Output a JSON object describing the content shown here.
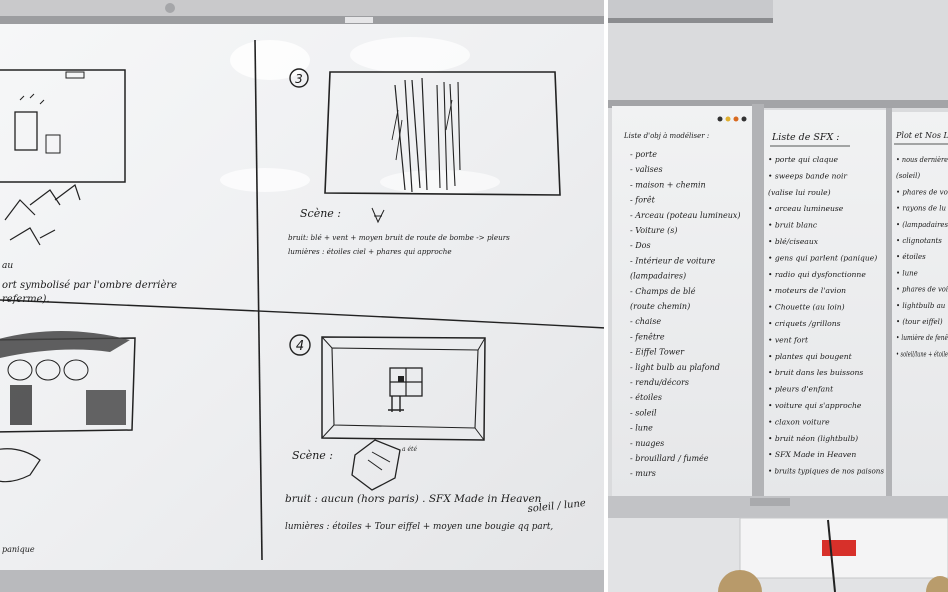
{
  "photo": {
    "left_board": {
      "panel3": {
        "number": "3",
        "scene_label": "Scène :",
        "line1": "bruit: blé + vent + moyen bruit de route de bombe -> pleurs",
        "line2": "lumières : étoiles ciel + phares qui approche"
      },
      "panel4": {
        "number": "4",
        "scene_label": "Scène :",
        "line1_prefix": "bruit : aucun (hors paris) . SFX Made in Heaven",
        "line1_suffix": "soleil / lune",
        "line2": "lumières : étoiles + Tour eiffel + moyen une bougie qq part,",
        "sub_note": "a été"
      },
      "left_fragments": {
        "line1": "ort symbolisé par l'ombre derrière",
        "line2": "referme).",
        "line3": "au",
        "line4": "panique"
      }
    },
    "right_board": {
      "col1": {
        "header": "Liste d'obj à modéliser :",
        "items": [
          "- porte",
          "- valises",
          "- maison + chemin",
          "- forêt",
          "- Arceau (poteau lumineux)",
          "- Voiture (s)",
          "- Dos",
          "- Intérieur de voiture",
          "(lampadaires)",
          "- Champs de blé",
          "(route chemin)",
          "- chaise",
          "- fenêtre",
          "- Eiffel Tower",
          "- light bulb au plafond",
          "- rendu/décors",
          "- étoiles",
          "- soleil",
          "- lune",
          "- nuages",
          "- brouillard / fumée",
          "- murs"
        ]
      },
      "col2": {
        "header": "Liste de SFX :",
        "items": [
          "• porte qui claque",
          "• sweeps bande noir",
          "(valise lui roule)",
          "• arceau lumineuse",
          "• bruit blanc",
          "• blé/ciseaux",
          "• gens qui parlent (panique)",
          "• radio qui dysfonctionne",
          "• moteurs de l'avion",
          "• Chouette (au loin)",
          "• criquets /grillons",
          "• vent fort",
          "• plantes qui bougent",
          "• bruit dans les buissons",
          "• pleurs d'enfant",
          "• voiture qui s'approche",
          "• claxon voiture",
          "• bruit néon (lightbulb)",
          "• SFX Made in Heaven",
          "• bruits typiques de nos paisons"
        ]
      },
      "col3": {
        "header": "Plot et Nos Li",
        "items": [
          "• nous dernière",
          "(soleil)",
          "• phares de vo",
          "• rayons de lu",
          "• (lampadaires",
          "• clignotants",
          "• étoiles",
          "• lune",
          "• phares de voi",
          "• lightbulb au",
          "• (tour eiffel)",
          "• lumière de fenê",
          "• soleil/lune + étoile"
        ]
      }
    },
    "colors": {
      "whiteboard": "#f2f3f4",
      "ink": "#1b1b1b",
      "wall": "#d9dadc",
      "outlet": "#d7302a"
    }
  }
}
